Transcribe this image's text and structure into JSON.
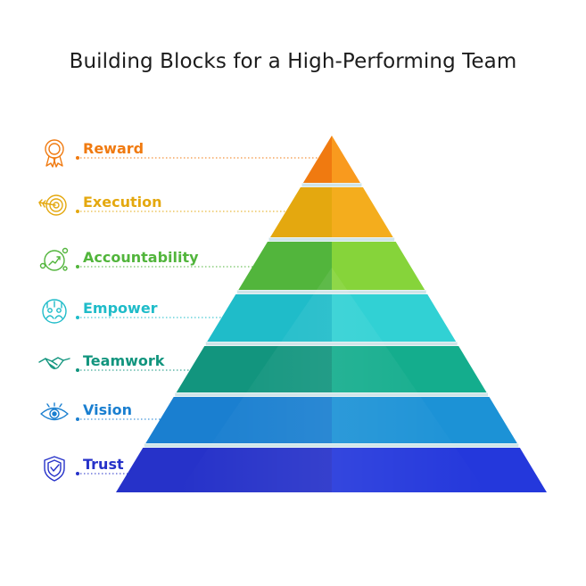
{
  "title": "Building Blocks for a High-Performing Team",
  "levels": [
    {
      "label": "Reward",
      "icon": "award-ribbon-icon",
      "color": "#f07a10",
      "light": "#f99a1e"
    },
    {
      "label": "Execution",
      "icon": "target-arrow-icon",
      "color": "#e4a80f",
      "light": "#f4ad1d"
    },
    {
      "label": "Accountability",
      "icon": "growth-chart-icon",
      "color": "#52b53c",
      "light": "#86d43a"
    },
    {
      "label": "Empower",
      "icon": "team-raised-hands-icon",
      "color": "#1fbcc9",
      "light": "#31d1d4"
    },
    {
      "label": "Teamwork",
      "icon": "handshake-icon",
      "color": "#12957e",
      "light": "#14ad8d"
    },
    {
      "label": "Vision",
      "icon": "eye-icon",
      "color": "#1a7fd0",
      "light": "#1c92d6"
    },
    {
      "label": "Trust",
      "icon": "shield-check-icon",
      "color": "#2632c9",
      "light": "#2438dc"
    }
  ]
}
